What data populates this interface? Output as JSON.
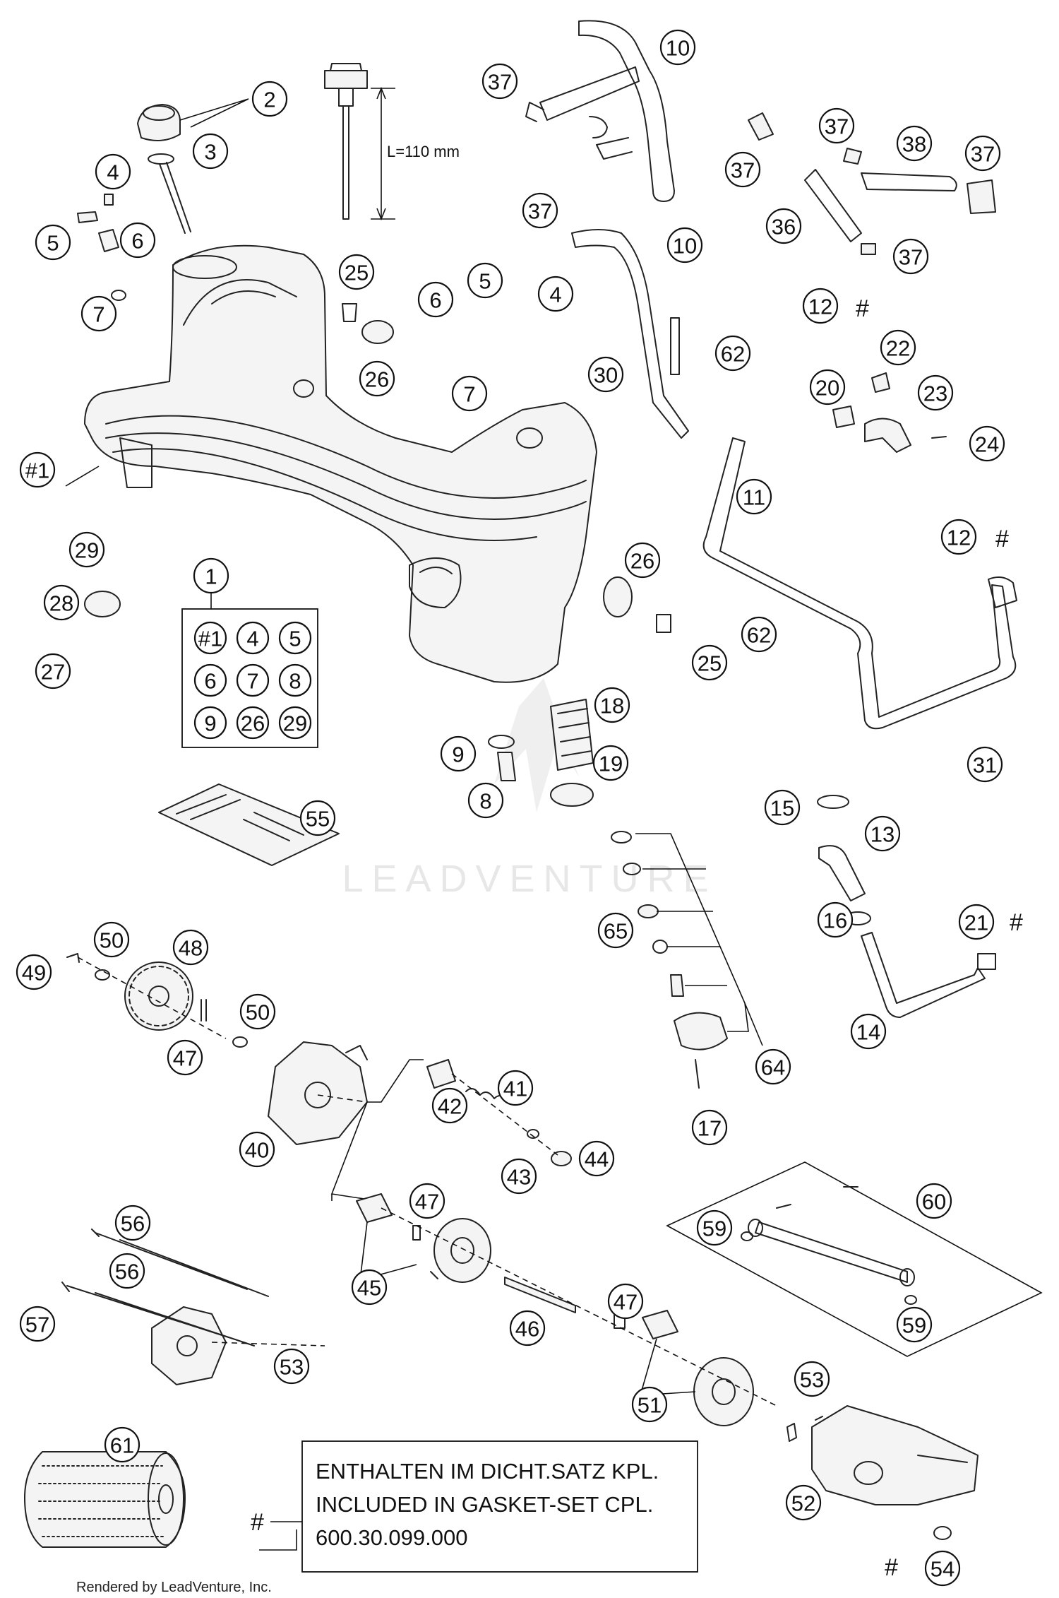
{
  "dimension": {
    "label": "L=110 mm"
  },
  "kit_legend": {
    "parent": "1",
    "items": [
      "#1",
      "4",
      "5",
      "6",
      "7",
      "8",
      "9",
      "26",
      "29"
    ]
  },
  "note": {
    "symbol": "#",
    "line1": "ENTHALTEN IM DICHT.SATZ KPL.",
    "line2": "INCLUDED IN GASKET-SET CPL.",
    "line3": "600.30.099.000"
  },
  "watermark": "LEADVENTURE",
  "credit": "Rendered by LeadVenture, Inc.",
  "callouts": [
    {
      "id": "c2",
      "label": "2"
    },
    {
      "id": "c3",
      "label": "3"
    },
    {
      "id": "c4a",
      "label": "4"
    },
    {
      "id": "c5a",
      "label": "5"
    },
    {
      "id": "c6a",
      "label": "6"
    },
    {
      "id": "c7a",
      "label": "7"
    },
    {
      "id": "c10a",
      "label": "10"
    },
    {
      "id": "c37a",
      "label": "37"
    },
    {
      "id": "c37b",
      "label": "37"
    },
    {
      "id": "c37c",
      "label": "37"
    },
    {
      "id": "c38",
      "label": "38"
    },
    {
      "id": "c37d",
      "label": "37"
    },
    {
      "id": "c37e",
      "label": "37"
    },
    {
      "id": "c10b",
      "label": "10"
    },
    {
      "id": "c36",
      "label": "36"
    },
    {
      "id": "c37f",
      "label": "37"
    },
    {
      "id": "c25a",
      "label": "25"
    },
    {
      "id": "c26a",
      "label": "26"
    },
    {
      "id": "c6b",
      "label": "6"
    },
    {
      "id": "c5b",
      "label": "5"
    },
    {
      "id": "c4b",
      "label": "4"
    },
    {
      "id": "c7b",
      "label": "7"
    },
    {
      "id": "c30",
      "label": "30"
    },
    {
      "id": "c12a",
      "label": "12"
    },
    {
      "id": "c62a",
      "label": "62"
    },
    {
      "id": "c22",
      "label": "22"
    },
    {
      "id": "c20",
      "label": "20"
    },
    {
      "id": "c23",
      "label": "23"
    },
    {
      "id": "c24",
      "label": "24"
    },
    {
      "id": "c11",
      "label": "11"
    },
    {
      "id": "c1h",
      "label": "#1"
    },
    {
      "id": "c12b",
      "label": "12"
    },
    {
      "id": "c29",
      "label": "29"
    },
    {
      "id": "c1",
      "label": "1"
    },
    {
      "id": "c26b",
      "label": "26"
    },
    {
      "id": "c28",
      "label": "28"
    },
    {
      "id": "c25b",
      "label": "25"
    },
    {
      "id": "c62b",
      "label": "62"
    },
    {
      "id": "c27",
      "label": "27"
    },
    {
      "id": "c18",
      "label": "18"
    },
    {
      "id": "c9",
      "label": "9"
    },
    {
      "id": "c19",
      "label": "19"
    },
    {
      "id": "c8",
      "label": "8"
    },
    {
      "id": "c31",
      "label": "31"
    },
    {
      "id": "c15",
      "label": "15"
    },
    {
      "id": "c13",
      "label": "13"
    },
    {
      "id": "c55",
      "label": "55"
    },
    {
      "id": "c65",
      "label": "65"
    },
    {
      "id": "c16",
      "label": "16"
    },
    {
      "id": "c21",
      "label": "21"
    },
    {
      "id": "c50a",
      "label": "50"
    },
    {
      "id": "c48",
      "label": "48"
    },
    {
      "id": "c49",
      "label": "49"
    },
    {
      "id": "c14",
      "label": "14"
    },
    {
      "id": "c50b",
      "label": "50"
    },
    {
      "id": "c47a",
      "label": "47"
    },
    {
      "id": "c64",
      "label": "64"
    },
    {
      "id": "c41",
      "label": "41"
    },
    {
      "id": "c42",
      "label": "42"
    },
    {
      "id": "c40",
      "label": "40"
    },
    {
      "id": "c17",
      "label": "17"
    },
    {
      "id": "c44",
      "label": "44"
    },
    {
      "id": "c43",
      "label": "43"
    },
    {
      "id": "c47b",
      "label": "47"
    },
    {
      "id": "c60",
      "label": "60"
    },
    {
      "id": "c56a",
      "label": "56"
    },
    {
      "id": "c59a",
      "label": "59"
    },
    {
      "id": "c56b",
      "label": "56"
    },
    {
      "id": "c45",
      "label": "45"
    },
    {
      "id": "c47c",
      "label": "47"
    },
    {
      "id": "c57",
      "label": "57"
    },
    {
      "id": "c46",
      "label": "46"
    },
    {
      "id": "c59b",
      "label": "59"
    },
    {
      "id": "c53a",
      "label": "53"
    },
    {
      "id": "c53b",
      "label": "53"
    },
    {
      "id": "c51",
      "label": "51"
    },
    {
      "id": "c61",
      "label": "61"
    },
    {
      "id": "c52",
      "label": "52"
    },
    {
      "id": "c54",
      "label": "54"
    }
  ],
  "hash_marks": [
    {
      "id": "h12a",
      "label": "#"
    },
    {
      "id": "h12b",
      "label": "#"
    },
    {
      "id": "h21",
      "label": "#"
    },
    {
      "id": "h54",
      "label": "#"
    }
  ]
}
